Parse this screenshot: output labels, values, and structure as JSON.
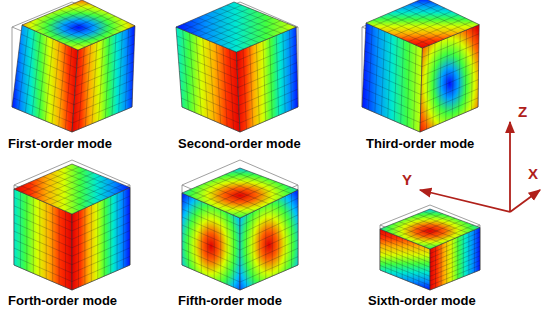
{
  "diagram": {
    "labels": [
      "First-order mode",
      "Second-order mode",
      "Third-order mode",
      "Forth-order mode",
      "Fifth-order mode",
      "Sixth-order mode",
      "Z",
      "Y",
      "X"
    ]
  }
}
